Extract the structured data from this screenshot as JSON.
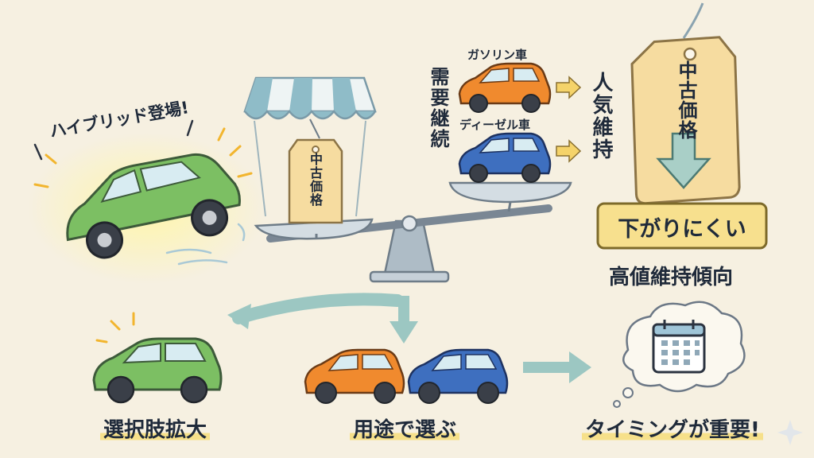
{
  "hybrid_banner": "ハイブリッド登場!",
  "scale_tag": "中古価格",
  "gasoline_label": "ガソリン車",
  "diesel_label": "ディーゼル車",
  "demand_label": "需要継続",
  "popularity_label": "人気維持",
  "price_tag": "中古価格",
  "badge_text": "下がりにくい",
  "high_value_label": "高値維持傾向",
  "bottom": {
    "choice": "選択肢拡大",
    "usage": "用途で選ぶ",
    "timing": "タイミングが重要!"
  },
  "colors": {
    "background": "#f6f0e1",
    "green_car": "#7cbf63",
    "orange_car": "#f08a2e",
    "blue_car": "#3e6fbf",
    "tag": "#f6dca0",
    "badge": "#f7e08e",
    "arrow": "#9cc7c2"
  }
}
